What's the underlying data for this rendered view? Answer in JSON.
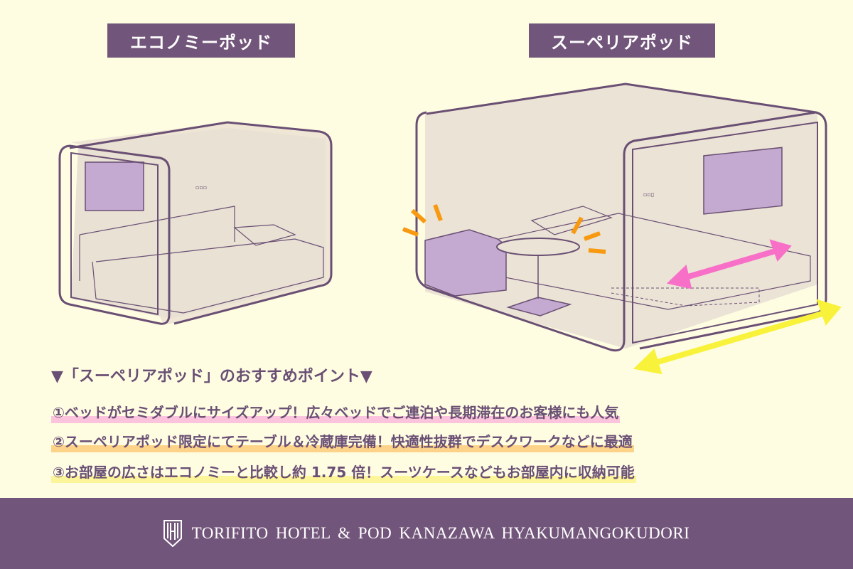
{
  "tags": {
    "economy": "エコノミーポッド",
    "superior": "スーペリアポッド"
  },
  "heading": "▼「スーペリアポッド」のおすすめポイント▼",
  "points": [
    {
      "text": "①ベッドがセミダブルにサイズアップ！広々ベッドでご連泊や長期滞在のお客様にも人気",
      "highlight": "#fbc4dc"
    },
    {
      "text": "②スーペリアポッド限定にてテーブル＆冷蔵庫完備！快適性抜群でデスクワークなどに最適",
      "highlight": "#fdd38a"
    },
    {
      "text": "③お部屋の広さはエコノミーと比較し約 1.75 倍！スーツケースなどもお部屋内に収納可能",
      "highlight": "#fdf59a"
    }
  ],
  "footer": {
    "brand": "TORIFITO HOTEL & POD  KANAZAWA  HYAKUMANGOKUDORI",
    "logo_icon": "hotel-crest-icon"
  },
  "colors": {
    "background": "#fefde2",
    "purple": "#72557a",
    "lilac": "#c4a9d0",
    "pink_arrow": "#f86fc8",
    "yellow_arrow": "#f8f23a",
    "orange_accent": "#f79a12"
  }
}
